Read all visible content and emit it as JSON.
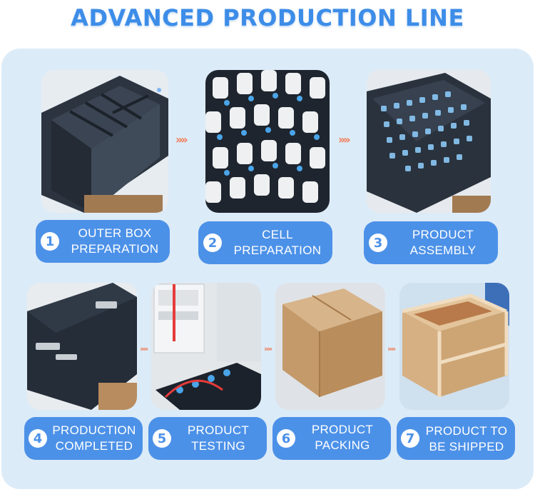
{
  "title": "ADVANCED PRODUCTION LINE",
  "arrow_glyph": "»»",
  "colors": {
    "title": "#3d8de8",
    "panel": "#dcebf8",
    "label": "#4c91e8",
    "arrow": "#f07a52"
  },
  "steps": [
    {
      "number": "1",
      "line1": "OUTER BOX",
      "line2": "PREPARATION"
    },
    {
      "number": "2",
      "line1": "CELL",
      "line2": "PREPARATION"
    },
    {
      "number": "3",
      "line1": "PRODUCT",
      "line2": "ASSEMBLY"
    },
    {
      "number": "4",
      "line1": "PRODUCTION",
      "line2": "COMPLETED"
    },
    {
      "number": "5",
      "line1": "PRODUCT",
      "line2": "TESTING"
    },
    {
      "number": "6",
      "line1": "PRODUCT",
      "line2": "PACKING"
    },
    {
      "number": "7",
      "line1": "PRODUCT TO",
      "line2": "BE SHIPPED"
    }
  ]
}
